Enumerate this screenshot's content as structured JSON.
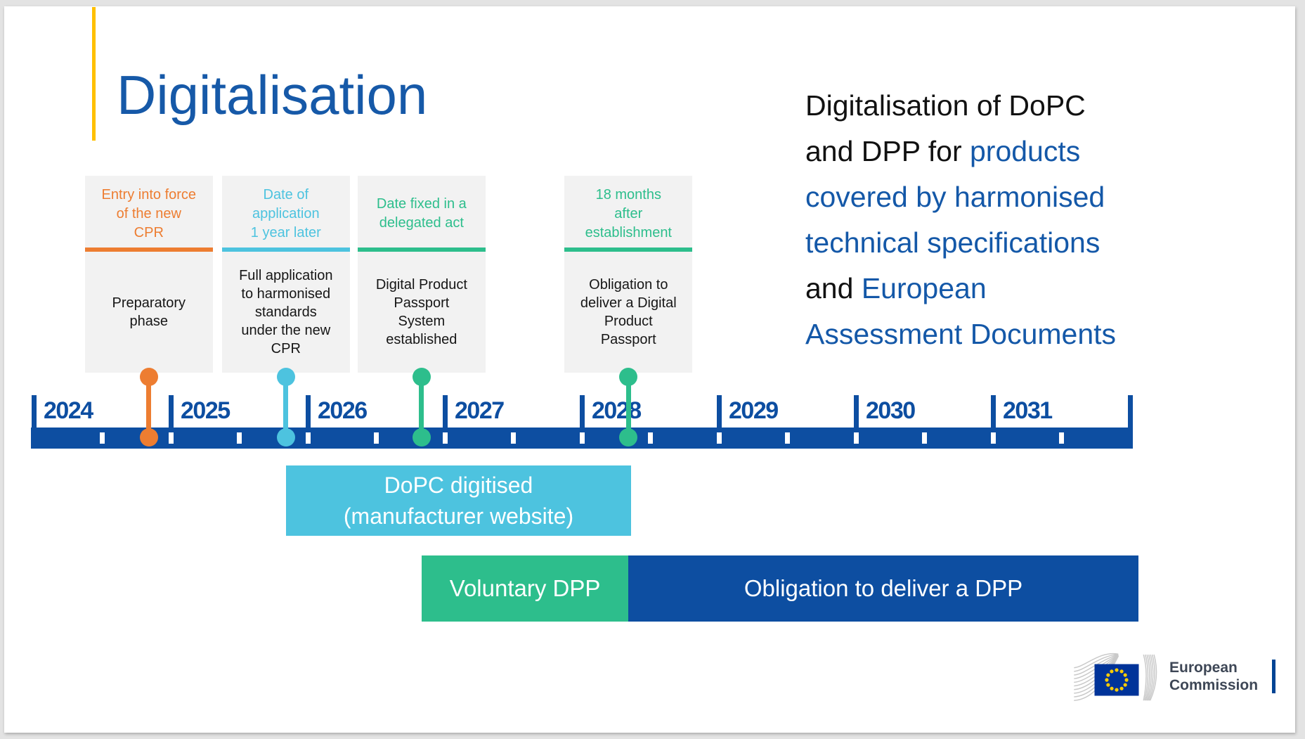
{
  "slide": {
    "title": "Digitalisation",
    "headline_lines": [
      [
        {
          "text": "Digitalisation of DoPC",
          "color": "headline_dark"
        }
      ],
      [
        {
          "text": "and DPP for ",
          "color": "headline_dark"
        },
        {
          "text": "products",
          "color": "headline_blue"
        }
      ],
      [
        {
          "text": "covered by harmonised",
          "color": "headline_blue"
        }
      ],
      [
        {
          "text": "technical specifications",
          "color": "headline_blue"
        }
      ],
      [
        {
          "text": "and ",
          "color": "headline_dark"
        },
        {
          "text": "European",
          "color": "headline_blue"
        }
      ],
      [
        {
          "text": "Assessment Documents",
          "color": "headline_blue"
        }
      ]
    ],
    "colors": {
      "orange": "#ED7D31",
      "cyan": "#4DC3DF",
      "green": "#2DBE8C",
      "blue_dark": "#0D4EA1",
      "title_blue": "#1659A8",
      "headline_blue": "#1458A8",
      "headline_dark": "#111111",
      "accent_yellow": "#FFC000",
      "eu_flag_blue": "#003399",
      "eu_star_yellow": "#FFCC00",
      "logo_bar_blue": "#004494",
      "logo_text_gray": "#3E4756"
    },
    "milestones": [
      {
        "heading": "Entry into force\nof the new\nCPR",
        "body": "Preparatory\nphase",
        "accent": "orange",
        "year_pos": 2024.84
      },
      {
        "heading": "Date of\napplication\n1 year later",
        "body": "Full application\nto harmonised\nstandards\nunder the new\nCPR",
        "accent": "cyan",
        "year_pos": 2025.84
      },
      {
        "heading": "Date fixed in a\ndelegated act",
        "body": "Digital Product\nPassport\nSystem\nestablished",
        "accent": "green",
        "year_pos": 2026.83
      },
      {
        "heading": "18 months\nafter\nestablishment",
        "body": "Obligation to\ndeliver a Digital\nProduct\nPassport",
        "accent": "green",
        "year_pos": 2028.34
      }
    ],
    "timeline": {
      "years": [
        "2024",
        "2025",
        "2026",
        "2027",
        "2028",
        "2029",
        "2030",
        "2031"
      ]
    },
    "bars": [
      {
        "name": "bar-dopc",
        "label": "DoPC digitised\n(manufacturer website)",
        "color": "cyan",
        "start": 2025.84,
        "end": 2028.36
      },
      {
        "name": "bar-voluntary-dpp",
        "label": "Voluntary DPP",
        "color": "green",
        "start": 2026.83,
        "end": 2028.34
      },
      {
        "name": "bar-obligation-dpp",
        "label": "Obligation to deliver a DPP",
        "color": "blue_dark",
        "start": 2028.34,
        "end": 2032.06
      }
    ],
    "footer": {
      "institution": "European\nCommission"
    }
  }
}
